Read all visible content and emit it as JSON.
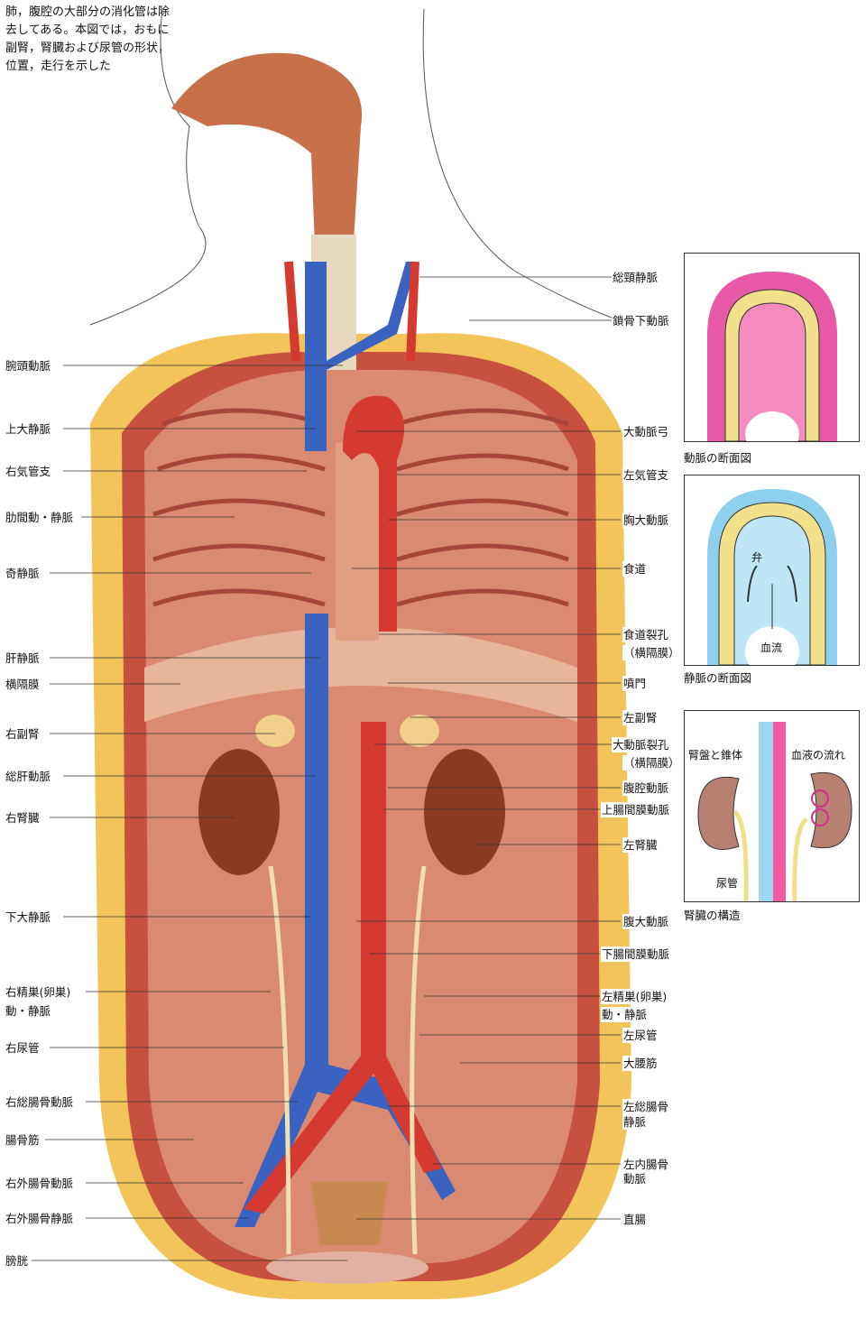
{
  "caption": "肺，腹腔の大部分の消化管は除去してある。本図では，おもに副腎，腎臓および尿管の形状，位置，走行を示した",
  "left_labels": [
    "腕頭動脈",
    "上大静脈",
    "右気管支",
    "肋間動・静脈",
    "奇静脈",
    "肝静脈",
    "横隔膜",
    "右副腎",
    "総肝動脈",
    "右腎臓",
    "下大静脈",
    "右精巣(卵巣)",
    "動・静脈",
    "右尿管",
    "右総腸骨動脈",
    "腸骨筋",
    "右外腸骨動脈",
    "右外腸骨静脈",
    "膀胱"
  ],
  "right_labels": [
    "総頸静脈",
    "鎖骨下動脈",
    "大動脈弓",
    "左気管支",
    "胸大動脈",
    "食道",
    "食道裂孔",
    "（横隔膜）",
    "噴門",
    "左副腎",
    "大動脈裂孔",
    "（横隔膜）",
    "腹腔動脈",
    "上腸間膜動脈",
    "左腎臓",
    "腹大動脈",
    "下腸間膜動脈",
    "左精巣(卵巣)",
    "動・静脈",
    "左尿管",
    "大腰筋",
    "左総腸骨",
    "静脈",
    "左内腸骨",
    "動脈",
    "直腸"
  ],
  "insets": {
    "artery": {
      "caption": "動脈の断面図"
    },
    "vein": {
      "caption": "静脈の断面図",
      "valve": "弁",
      "flow": "血流"
    },
    "kidney": {
      "caption": "腎臓の構造",
      "pelvis": "腎盤と錐体",
      "blood": "血液の流れ",
      "ureter": "尿管"
    }
  }
}
